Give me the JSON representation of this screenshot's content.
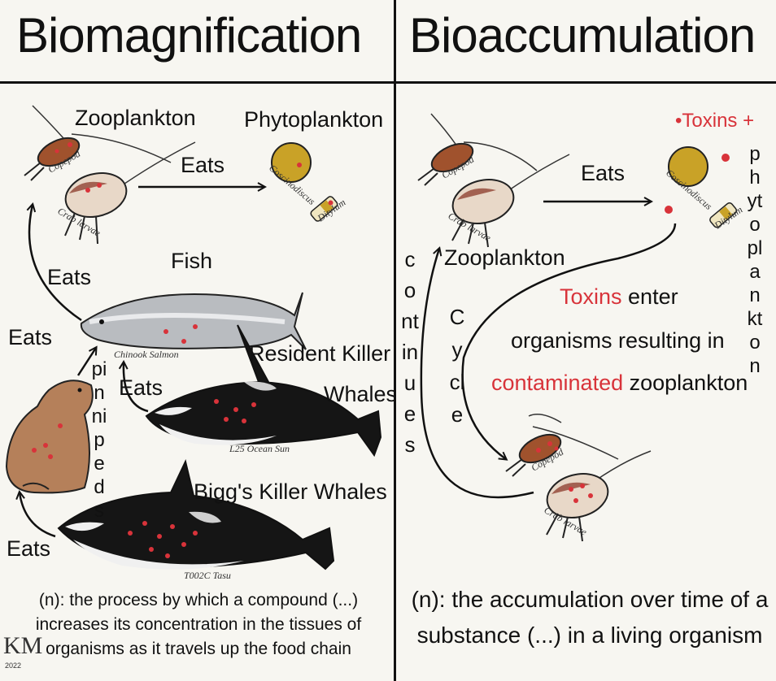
{
  "titles": {
    "left": "Biomagnification",
    "right": "Bioaccumulation"
  },
  "left": {
    "zooplankton": "Zooplankton",
    "phytoplankton": "Phytoplankton",
    "eats": [
      "Eats",
      "Eats",
      "Eats",
      "Eats",
      "Eats"
    ],
    "fish": "Fish",
    "resident_1": "Resident Killer",
    "resident_2": "Whales",
    "pinnipeds": "pinnipeds",
    "biggs": "Bigg's Killer Whales",
    "captions": {
      "copepod": "Copepod",
      "crab": "Crab larvae",
      "cosci": "Coscinodiscus",
      "ditylum": "Ditylum",
      "salmon": "Chinook Salmon",
      "l25": "L25 Ocean Sun",
      "t002c": "T002C Tasu"
    },
    "definition": "(n): the process by which a compound (...) increases its concentration in the tissues of organisms as it travels up the food chain"
  },
  "right": {
    "toxins_plus": "•Toxins +",
    "phytoplankton_vert": "phytoplankton",
    "eats": "Eats",
    "zooplankton": "Zooplankton",
    "continues": "continues",
    "cycle": "Cycle",
    "toxins_word": "Toxins",
    "enter": " enter",
    "line2": "organisms resulting in",
    "contaminated": "contaminated",
    "zoo_word": " zooplankton",
    "captions": {
      "copepod": "Copepod",
      "crab": "Crab larvae",
      "cosci": "Coscinodiscus",
      "ditylum": "Ditylum"
    },
    "definition": "(n): the accumulation over time of a substance (...) in a living organism"
  },
  "signature": {
    "initials": "KM",
    "year": "2022"
  },
  "colors": {
    "toxin": "#d8333a",
    "diatom": "#c9a227",
    "salmon": "#b9bcc0",
    "orca": "#151515",
    "seal": "#b5805a",
    "copepod": "#a0522d",
    "crab": "#e8d8c8"
  }
}
